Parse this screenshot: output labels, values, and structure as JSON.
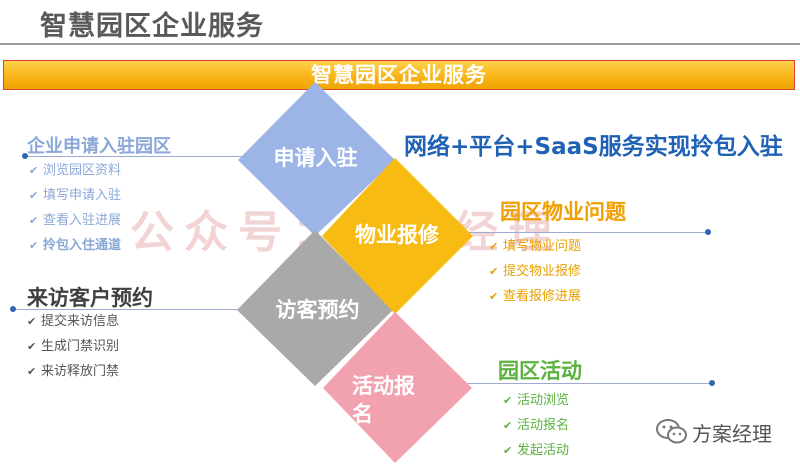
{
  "page_title": "智慧园区企业服务",
  "banner": "智慧园区企业服务",
  "watermark": "公众号：方案经理",
  "tagline": "网络+平台+SaaS服务实现拎包入驻",
  "colors": {
    "blue": "#9db4e6",
    "yellow": "#f8bb14",
    "gray": "#a9a9a9",
    "pink": "#f2a2ae"
  },
  "diamonds": [
    {
      "label": "申请入驻"
    },
    {
      "label": "物业报修"
    },
    {
      "label": "访客预约"
    },
    {
      "label": "活动报\n名"
    }
  ],
  "sections": {
    "apply": {
      "heading": "企业申请入驻园区",
      "items": [
        "浏览园区资料",
        "填写申请入驻",
        "查看入驻进展",
        "拎包入住通道"
      ]
    },
    "property": {
      "heading": "园区物业问题",
      "items": [
        "填写物业问题",
        "提交物业报修",
        "查看报修进展"
      ]
    },
    "visitor": {
      "heading": "来访客户预约",
      "items": [
        "提交来访信息",
        "生成门禁识别",
        "来访释放门禁"
      ]
    },
    "activity": {
      "heading": "园区活动",
      "items": [
        "活动浏览",
        "活动报名",
        "发起活动"
      ]
    }
  },
  "logo_text": "方案经理",
  "logo_icon": "wechat-icon"
}
